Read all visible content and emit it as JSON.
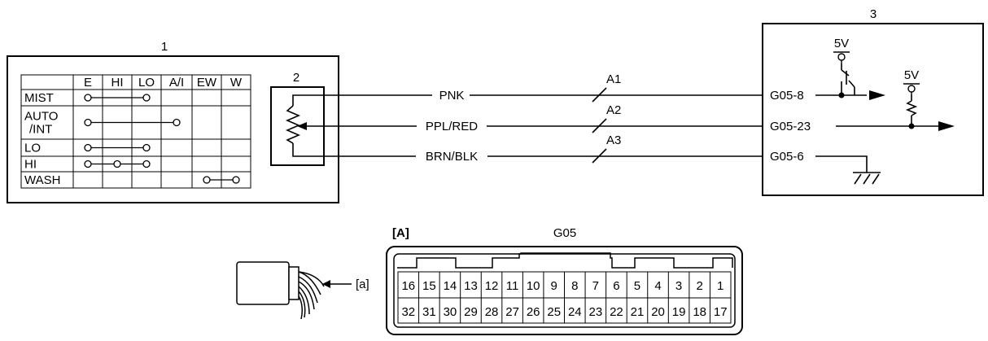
{
  "labels": {
    "component_1": "1",
    "component_2": "2",
    "component_3": "3",
    "connector_tag": "[A]",
    "connector_name": "G05",
    "harness_tag": "[a]"
  },
  "switch_table": {
    "columns": [
      "E",
      "HI",
      "LO",
      "A/I",
      "EW",
      "W"
    ],
    "rows": [
      {
        "label": "MIST",
        "contacts": [
          0,
          2
        ]
      },
      {
        "label": "AUTO\n/INT",
        "contacts": [
          0,
          3
        ]
      },
      {
        "label": "LO",
        "contacts": [
          0,
          2
        ]
      },
      {
        "label": "HI",
        "contacts": [
          0,
          1,
          2
        ]
      },
      {
        "label": "WASH",
        "contacts": [
          4,
          5
        ]
      }
    ]
  },
  "wires": [
    {
      "color": "PNK",
      "circuit": "A1",
      "terminal": "G05-8"
    },
    {
      "color": "PPL/RED",
      "circuit": "A2",
      "terminal": "G05-23"
    },
    {
      "color": "BRN/BLK",
      "circuit": "A3",
      "terminal": "G05-6"
    }
  ],
  "supply_labels": [
    "5V",
    "5V"
  ],
  "connector_pins": {
    "top_row": [
      "16",
      "15",
      "14",
      "13",
      "12",
      "11",
      "10",
      "9",
      "8",
      "7",
      "6",
      "5",
      "4",
      "3",
      "2",
      "1"
    ],
    "bottom_row": [
      "32",
      "31",
      "30",
      "29",
      "28",
      "27",
      "26",
      "25",
      "24",
      "23",
      "22",
      "21",
      "20",
      "19",
      "18",
      "17"
    ]
  }
}
